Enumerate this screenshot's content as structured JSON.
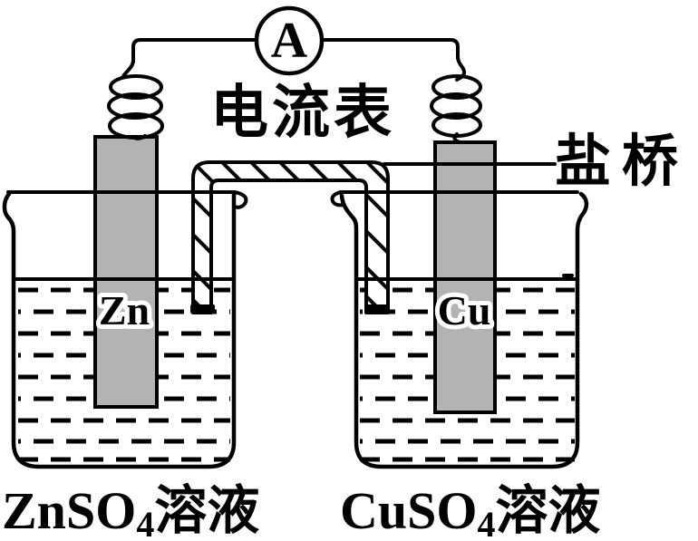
{
  "figure": {
    "title_hint": "galvanic cell with salt bridge",
    "ammeter": {
      "symbol": "A",
      "label": "电流表"
    },
    "salt_bridge": {
      "label": "盐桥"
    },
    "left_cell": {
      "electrode_label": "Zn",
      "solution_formula": "ZnSO",
      "solution_subscript": "4",
      "solution_suffix": "溶液"
    },
    "right_cell": {
      "electrode_label": "Cu",
      "solution_formula": "CuSO",
      "solution_subscript": "4",
      "solution_suffix": "溶液"
    },
    "colors": {
      "electrode_fill": "#b3b3b3",
      "line": "#000000",
      "background": "#ffffff"
    }
  }
}
